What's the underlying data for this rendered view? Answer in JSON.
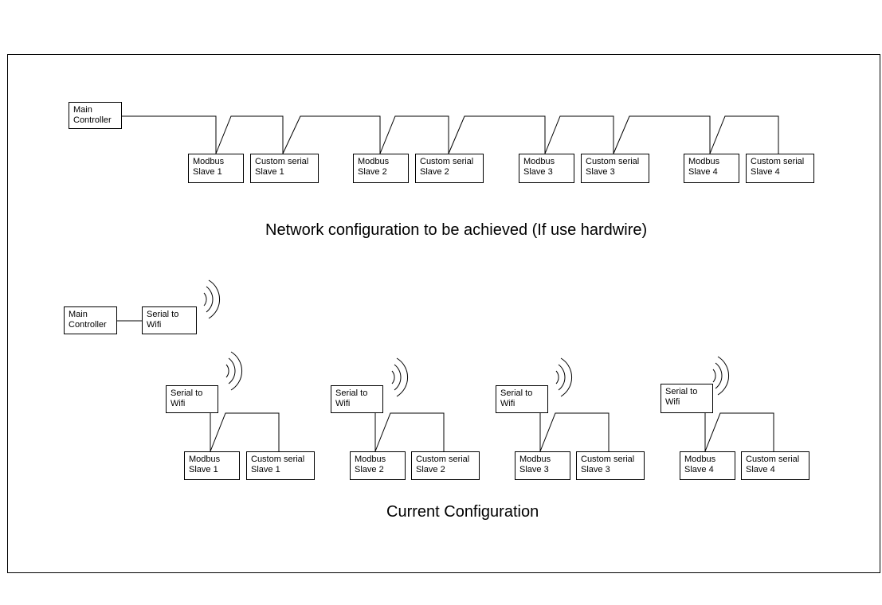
{
  "top_diagram": {
    "main_controller": [
      "Main",
      "Controller"
    ],
    "slaves": [
      {
        "modbus": [
          "Modbus",
          "Slave 1"
        ],
        "custom": [
          "Custom serial",
          "Slave 1"
        ]
      },
      {
        "modbus": [
          "Modbus",
          "Slave 2"
        ],
        "custom": [
          "Custom serial",
          "Slave 2"
        ]
      },
      {
        "modbus": [
          "Modbus",
          "Slave 3"
        ],
        "custom": [
          "Custom serial",
          "Slave 3"
        ]
      },
      {
        "modbus": [
          "Modbus",
          "Slave 4"
        ],
        "custom": [
          "Custom serial",
          "Slave 4"
        ]
      }
    ],
    "caption": "Network configuration to be achieved (If use hardwire)"
  },
  "bottom_diagram": {
    "main_controller": [
      "Main",
      "Controller"
    ],
    "main_wifi": [
      "Serial to",
      "Wifi"
    ],
    "groups": [
      {
        "wifi": [
          "Serial to",
          "Wifi"
        ],
        "modbus": [
          "Modbus",
          "Slave 1"
        ],
        "custom": [
          "Custom serial",
          "Slave 1"
        ]
      },
      {
        "wifi": [
          "Serial to",
          "Wifi"
        ],
        "modbus": [
          "Modbus",
          "Slave 2"
        ],
        "custom": [
          "Custom serial",
          "Slave 2"
        ]
      },
      {
        "wifi": [
          "Serial to",
          "Wifi"
        ],
        "modbus": [
          "Modbus",
          "Slave 3"
        ],
        "custom": [
          "Custom serial",
          "Slave 3"
        ]
      },
      {
        "wifi": [
          "Serial to",
          "Wifi"
        ],
        "modbus": [
          "Modbus",
          "Slave 4"
        ],
        "custom": [
          "Custom serial",
          "Slave 4"
        ]
      }
    ],
    "caption": "Current Configuration"
  }
}
